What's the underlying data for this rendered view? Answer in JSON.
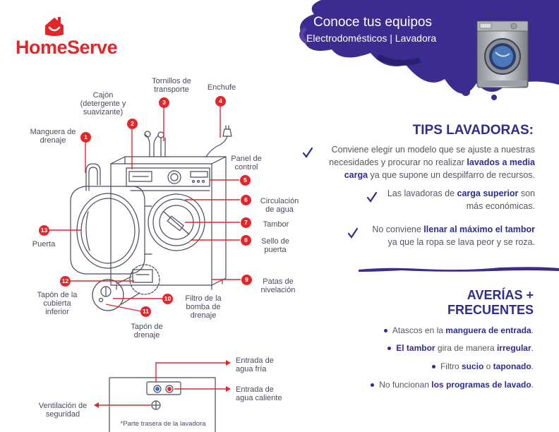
{
  "brand": {
    "name": "HomeServe",
    "color": "#e3262a"
  },
  "header": {
    "title": "Conoce tus equipos",
    "subtitle": "Electrodomésticos | Lavadora",
    "accent": "#3a2d8f"
  },
  "diagram": {
    "parts": [
      {
        "num": "1",
        "label": "Manguera de drenaje"
      },
      {
        "num": "2",
        "label": "Cajón (detergente y suavizante)"
      },
      {
        "num": "3",
        "label": "Tornillos de transporte"
      },
      {
        "num": "4",
        "label": "Enchufe"
      },
      {
        "num": "5",
        "label": "Panel de control"
      },
      {
        "num": "6",
        "label": "Circulación de agua"
      },
      {
        "num": "7",
        "label": "Tambor"
      },
      {
        "num": "8",
        "label": "Sello de puerta"
      },
      {
        "num": "9",
        "label": "Patas de nivelación"
      },
      {
        "num": "10",
        "label": "Filtro de la bomba de drenaje"
      },
      {
        "num": "11",
        "label": "Tapón de drenaje"
      },
      {
        "num": "12",
        "label": "Tapón de la cubierta inferior"
      },
      {
        "num": "13",
        "label": "Puerta"
      }
    ],
    "back": {
      "cold_water": "Entrada de agua fría",
      "hot_water": "Entrada de agua caliente",
      "ventilation": "Ventilación de seguridad",
      "caption": "*Parte trasera de la lavadora"
    }
  },
  "tips": {
    "title": "TIPS LAVADORAS:",
    "items": [
      {
        "pre": "Conviene elegir un modelo que se ajuste a nuestras necesidades y procurar no realizar ",
        "bold": "lavados a media carga",
        "post": " ya que supone un despilfarro de recursos."
      },
      {
        "pre": "Las lavadoras de ",
        "bold": "carga superior",
        "post": " son más económicas."
      },
      {
        "pre": "No conviene ",
        "bold": "llenar al máximo el tambor",
        "post": " ya que la ropa se lava peor y se roza."
      }
    ]
  },
  "faults": {
    "title_line1": "AVERÍAS +",
    "title_line2": "FRECUENTES",
    "items": [
      {
        "pre": "Atascos en la ",
        "bold": "manguera de entrada",
        "post": "."
      },
      {
        "pre": "",
        "bold": "El tambor",
        "post": " gira de manera ",
        "bold2": "irregular",
        "post2": "."
      },
      {
        "pre": "Filtro ",
        "bold": "sucio",
        "post": " o ",
        "bold2": "taponado",
        "post2": "."
      },
      {
        "pre": "No funcionan ",
        "bold": "los programas de lavado",
        "post": "."
      }
    ]
  }
}
